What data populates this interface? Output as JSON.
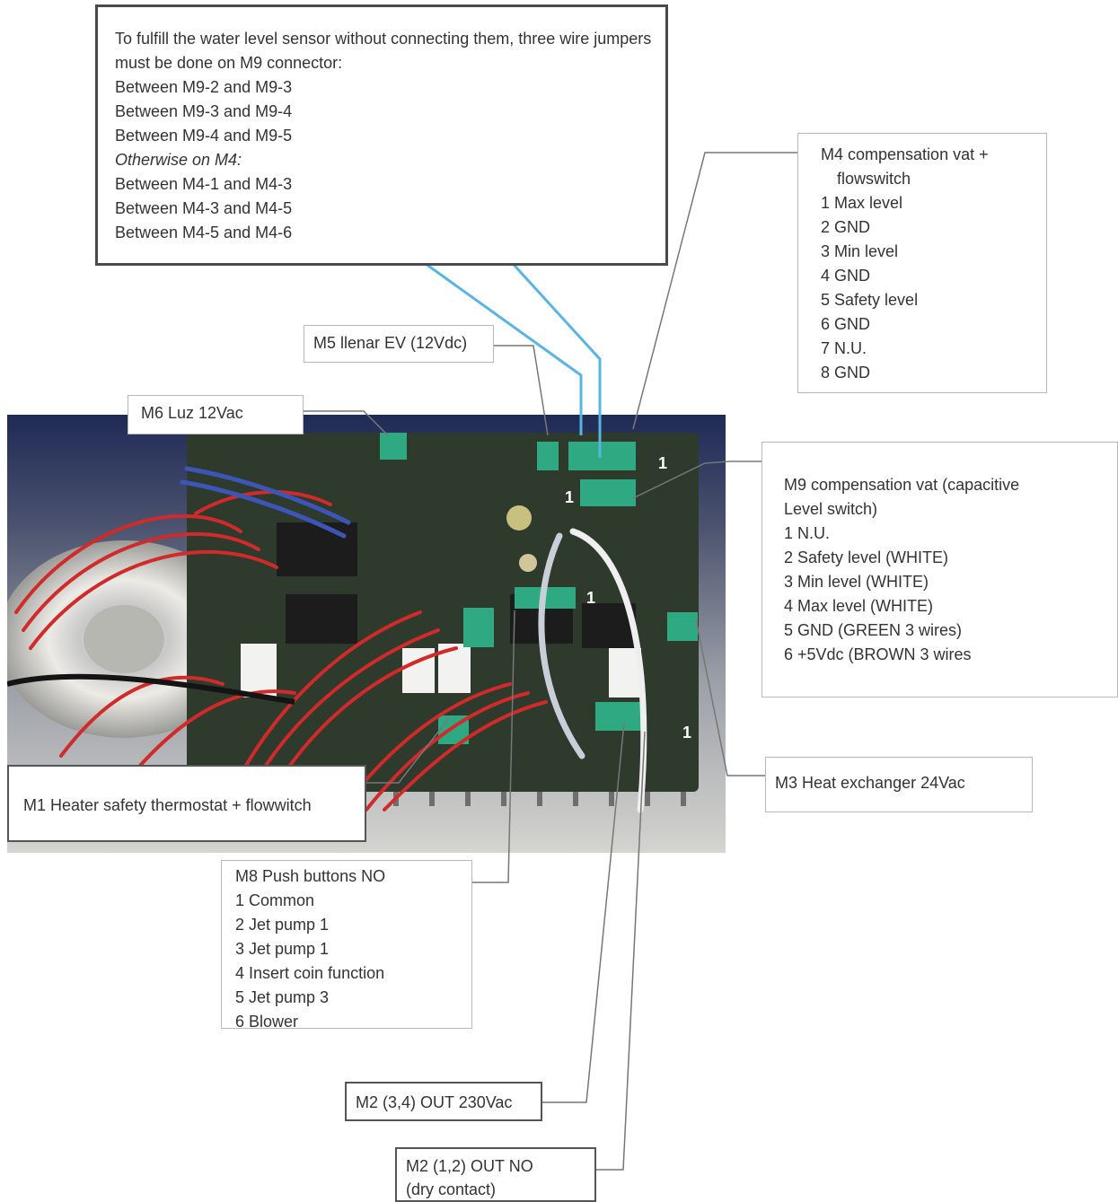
{
  "jumper_note": {
    "intro": "To fulfill the water level sensor without connecting them, three wire jumpers must be done on M9 connector:",
    "lines_m9": [
      "Between M9-2 and M9-3",
      "Between M9-3 and M9-4",
      "Between M9-4 and M9-5"
    ],
    "otherwise": "Otherwise on M4:",
    "lines_m4": [
      "Between M4-1 and M4-3",
      "Between M4-3 and M4-5",
      "Between M4-5 and M4-6"
    ]
  },
  "m4": {
    "title_1": "M4 compensation vat +",
    "title_2": "flowswitch",
    "pins": [
      "1 Max level",
      "2 GND",
      "3 Min level",
      "4 GND",
      "5 Safety level",
      "6 GND",
      "7 N.U.",
      "8 GND"
    ]
  },
  "m5": {
    "label": "M5 llenar EV (12Vdc)"
  },
  "m6": {
    "label": "M6 Luz 12Vac"
  },
  "m9": {
    "title_1": "M9 compensation vat (capacitive",
    "title_2": "Level switch)",
    "pins": [
      "1  N.U.",
      "2  Safety level (WHITE)",
      "3 Min level (WHITE)",
      "4 Max level (WHITE)",
      "5 GND (GREEN 3 wires)",
      "6 +5Vdc (BROWN 3 wires"
    ]
  },
  "m1": {
    "label": "M1 Heater safety thermostat + flowwitch"
  },
  "m3": {
    "label": "M3 Heat exchanger 24Vac"
  },
  "m8": {
    "title": "M8 Push buttons NO",
    "pins": [
      "1 Common",
      "2 Jet pump 1",
      "3 Jet pump 1",
      "4 Insert coin function",
      "5 Jet pump 3",
      "6 Blower"
    ]
  },
  "m2_out": {
    "label": "M2 (3,4) OUT 230Vac"
  },
  "m2_dry": {
    "label_1": "M2 (1,2) OUT NO",
    "label_2": "(dry contact)"
  },
  "board_marks": {
    "pin_one": "1"
  },
  "colors": {
    "jumper_line": "#5ab4e0",
    "leader_line": "#777777",
    "terminal_green": "#2fa982",
    "pcb_green": "#2d3a2c",
    "wire_red": "#d12a2a",
    "chassis_blue": "#1f2a56"
  }
}
